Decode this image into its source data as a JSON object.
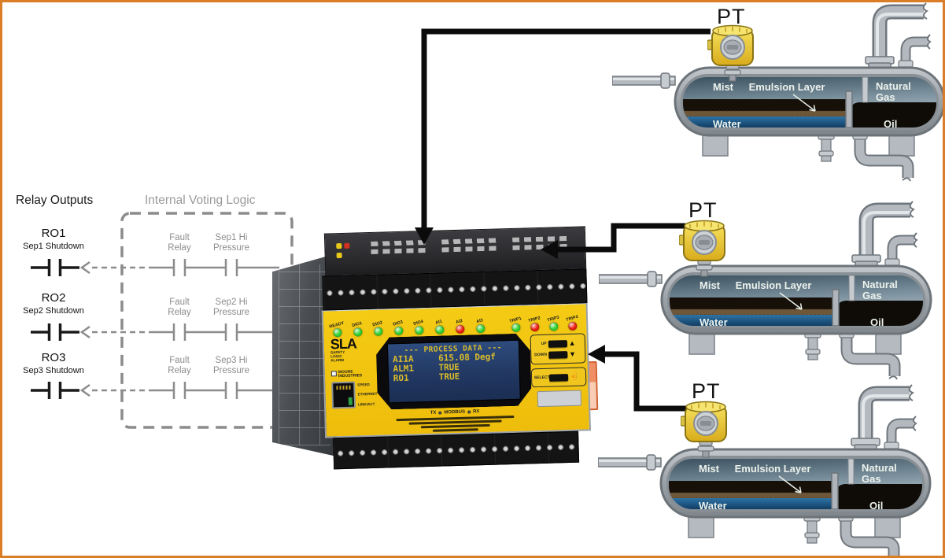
{
  "page": {
    "border_color": "#D97E27",
    "background": "#FFFFFF"
  },
  "ladder": {
    "relay_outputs_title": "Relay Outputs",
    "voting_logic_title": "Internal Voting Logic",
    "rungs": [
      {
        "name": "RO1",
        "desc": "Sep1 Shutdown",
        "fault_line1": "Fault",
        "fault_line2": "Relay",
        "pressure_line1": "Sep1 Hi",
        "pressure_line2": "Pressure"
      },
      {
        "name": "RO2",
        "desc": "Sep2 Shutdown",
        "fault_line1": "Fault",
        "fault_line2": "Relay",
        "pressure_line1": "Sep2 Hi",
        "pressure_line2": "Pressure"
      },
      {
        "name": "RO3",
        "desc": "Sep3 Shutdown",
        "fault_line1": "Fault",
        "fault_line2": "Relay",
        "pressure_line1": "Sep3 Hi",
        "pressure_line2": "Pressure"
      }
    ]
  },
  "device": {
    "brand": "SLA",
    "brand_sub": [
      "SAFETY",
      "LOGIC",
      "ALARM"
    ],
    "manufacturer": "MOORE INDUSTRIES",
    "leds": [
      {
        "label": "READY",
        "color": "#35d435"
      },
      {
        "label": "DIO1",
        "color": "#35d435"
      },
      {
        "label": "DIO2",
        "color": "#35d435"
      },
      {
        "label": "DIO3",
        "color": "#35d435"
      },
      {
        "label": "DIO4",
        "color": "#35d435"
      },
      {
        "label": "AI1",
        "color": "#35d435"
      },
      {
        "label": "AI2",
        "color": "#ee2012"
      },
      {
        "label": "AI3",
        "color": "#35d435"
      },
      {
        "label": "TRIP1",
        "color": "#35d435"
      },
      {
        "label": "TRIP2",
        "color": "#ee2012"
      },
      {
        "label": "TRIP3",
        "color": "#35d435"
      },
      {
        "label": "TRIP4",
        "color": "#ee2012"
      }
    ],
    "display": {
      "title": "--- PROCESS DATA ---",
      "rows": [
        {
          "name": "AI1A",
          "value": "615.08 Degf"
        },
        {
          "name": "ALM1",
          "value": "TRUE"
        },
        {
          "name": "RO1",
          "value": "TRUE"
        }
      ]
    },
    "buttons": {
      "up": "UP",
      "down": "DOWN",
      "select": "SELECT"
    },
    "port_labels": [
      "SPEED",
      "ETHERNET",
      "LINK/ACT"
    ],
    "comm": {
      "tx": "TX",
      "bus": "MODBUS",
      "rx": "RX"
    }
  },
  "vessels": [
    {
      "pt": "PT",
      "mist": "Mist",
      "emulsion_layer": "Emulsion Layer",
      "natural_gas_line1": "Natural",
      "natural_gas_line2": "Gas",
      "water": "Water",
      "oil": "Oil"
    },
    {
      "pt": "PT",
      "mist": "Mist",
      "emulsion_layer": "Emulsion Layer",
      "natural_gas_line1": "Natural",
      "natural_gas_line2": "Gas",
      "water": "Water",
      "oil": "Oil"
    },
    {
      "pt": "PT",
      "mist": "Mist",
      "emulsion_layer": "Emulsion Layer",
      "natural_gas_line1": "Natural",
      "natural_gas_line2": "Gas",
      "water": "Water",
      "oil": "Oil"
    }
  ],
  "colors": {
    "lcd_bg": "#223862",
    "lcd_text": "#D9BC2B",
    "device_panel": "#F0C214",
    "led_green": "#35D435",
    "led_red": "#EE2012",
    "arrow": "#0B0B0B",
    "water_blue": "#1D5C8E",
    "ladder_gray": "#8C8C8C"
  }
}
